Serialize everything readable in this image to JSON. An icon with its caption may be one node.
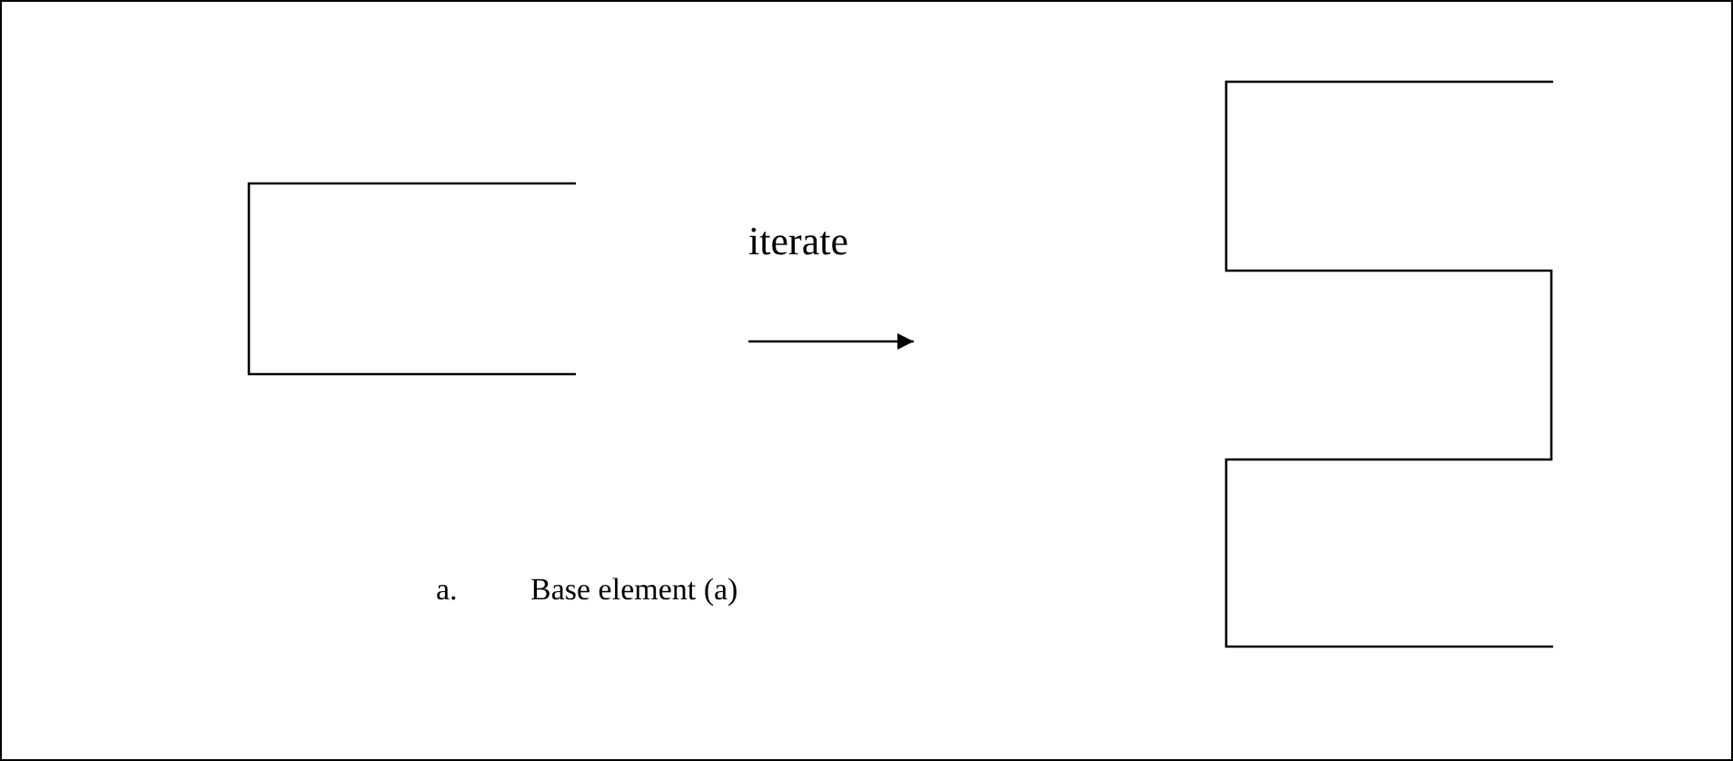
{
  "diagram": {
    "nodes": [
      {
        "text": [],
        "shape": "bracket"
      },
      {
        "text": [],
        "shape": "meander"
      }
    ],
    "labels": [
      "iterate",
      "a.",
      "Base element (a)"
    ]
  }
}
